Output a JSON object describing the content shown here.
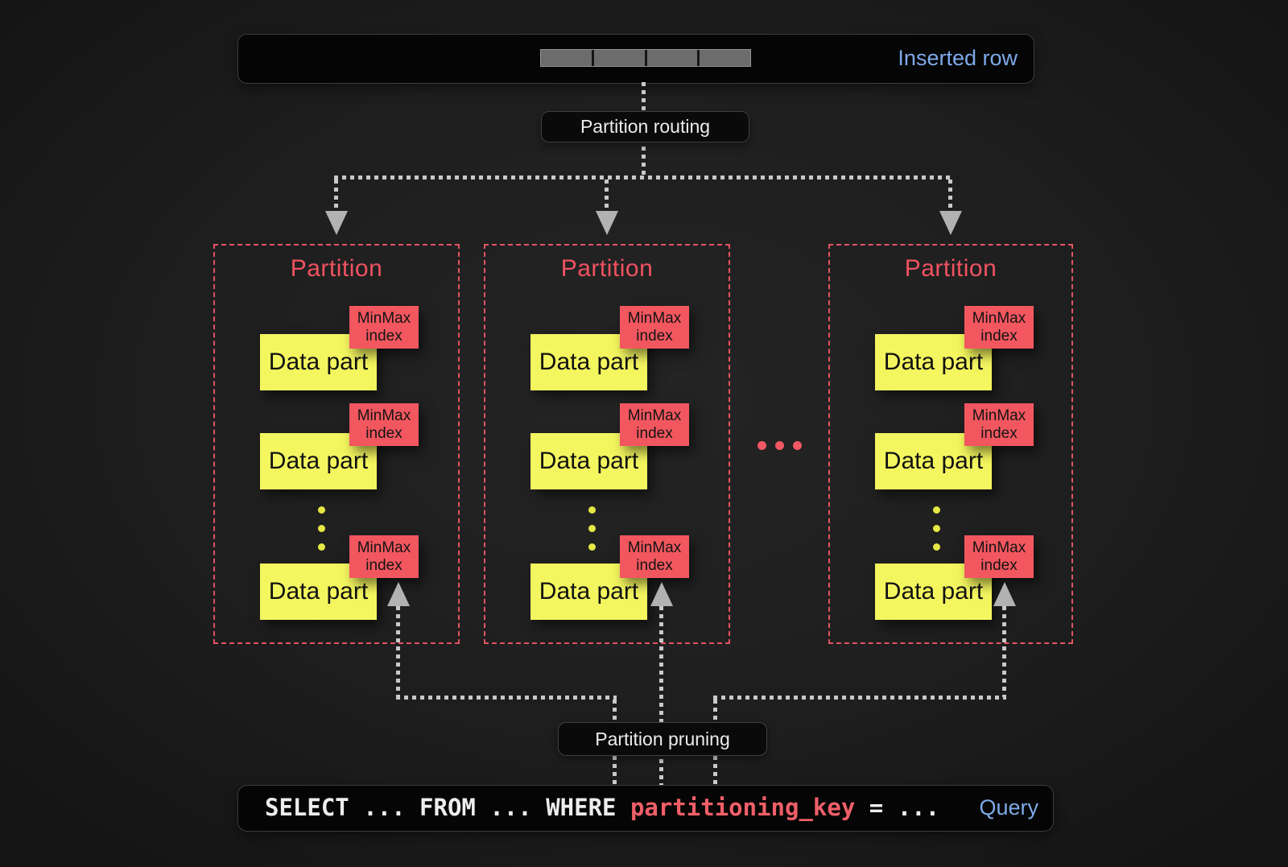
{
  "inserted_row": {
    "label": "Inserted row",
    "segment_count": 4
  },
  "flow_labels": {
    "routing": "Partition routing",
    "pruning": "Partition pruning"
  },
  "partitions": [
    {
      "title": "Partition",
      "parts": [
        {
          "name": "Data part",
          "index": "MinMax index"
        },
        {
          "name": "Data part",
          "index": "MinMax index"
        },
        {
          "name": "Data part",
          "index": "MinMax index"
        }
      ]
    },
    {
      "title": "Partition",
      "parts": [
        {
          "name": "Data part",
          "index": "MinMax index"
        },
        {
          "name": "Data part",
          "index": "MinMax index"
        },
        {
          "name": "Data part",
          "index": "MinMax index"
        }
      ]
    },
    {
      "title": "Partition",
      "parts": [
        {
          "name": "Data part",
          "index": "MinMax index"
        },
        {
          "name": "Data part",
          "index": "MinMax index"
        },
        {
          "name": "Data part",
          "index": "MinMax index"
        }
      ]
    }
  ],
  "ellipsis": {
    "between_partitions": "...",
    "within_partition": "⋮"
  },
  "query": {
    "sql_prefix": "SELECT ... FROM ... WHERE ",
    "sql_key": "partitioning_key",
    "sql_suffix": " = ...",
    "label": "Query"
  },
  "colors": {
    "background": "#1e1e1e",
    "panel": "#050505",
    "accent_blue": "#7ea9e8",
    "accent_red": "#ef5260",
    "part_yellow": "#f4f65f",
    "index_red": "#f2575f",
    "line_gray": "#c9c9c9",
    "segment_gray": "#6c6c6c"
  }
}
